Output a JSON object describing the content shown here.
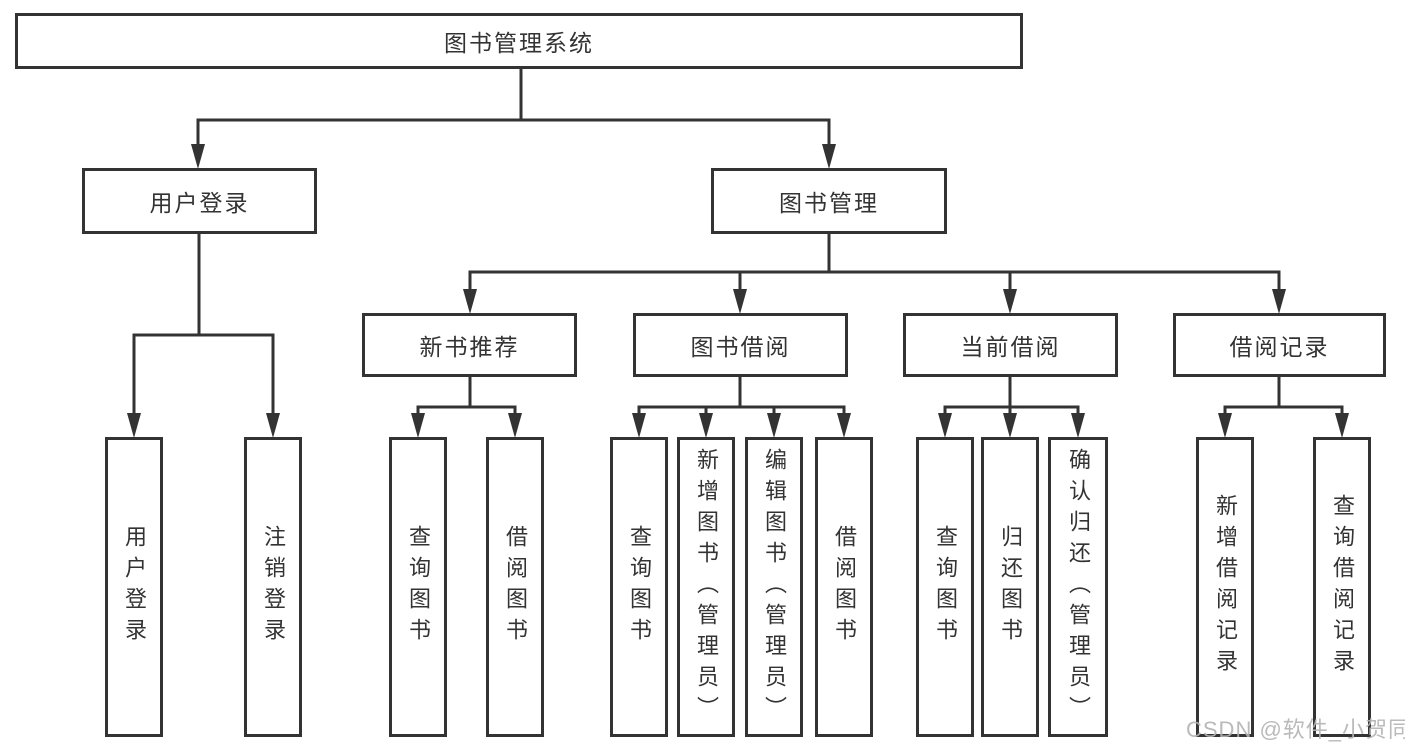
{
  "title": "图书管理系统",
  "colors": {
    "line": "#333333",
    "text": "#333333",
    "background": "#ffffff",
    "watermark": "#b3b3b3"
  },
  "tree": {
    "label": "图书管理系统",
    "children": [
      {
        "label": "用户登录",
        "children": [
          {
            "label": "用户登录"
          },
          {
            "label": "注销登录"
          }
        ]
      },
      {
        "label": "图书管理",
        "children": [
          {
            "label": "新书推荐",
            "children": [
              {
                "label": "查询图书"
              },
              {
                "label": "借阅图书"
              }
            ]
          },
          {
            "label": "图书借阅",
            "children": [
              {
                "label": "查询图书"
              },
              {
                "label": "新增图书（管理员）"
              },
              {
                "label": "编辑图书（管理员）"
              },
              {
                "label": "借阅图书"
              }
            ]
          },
          {
            "label": "当前借阅",
            "children": [
              {
                "label": "查询图书"
              },
              {
                "label": "归还图书"
              },
              {
                "label": "确认归还（管理员）"
              }
            ]
          },
          {
            "label": "借阅记录",
            "children": [
              {
                "label": "新增借阅记录"
              },
              {
                "label": "查询借阅记录"
              }
            ]
          }
        ]
      }
    ]
  },
  "watermark": "CSDN @软件_小贺同学"
}
